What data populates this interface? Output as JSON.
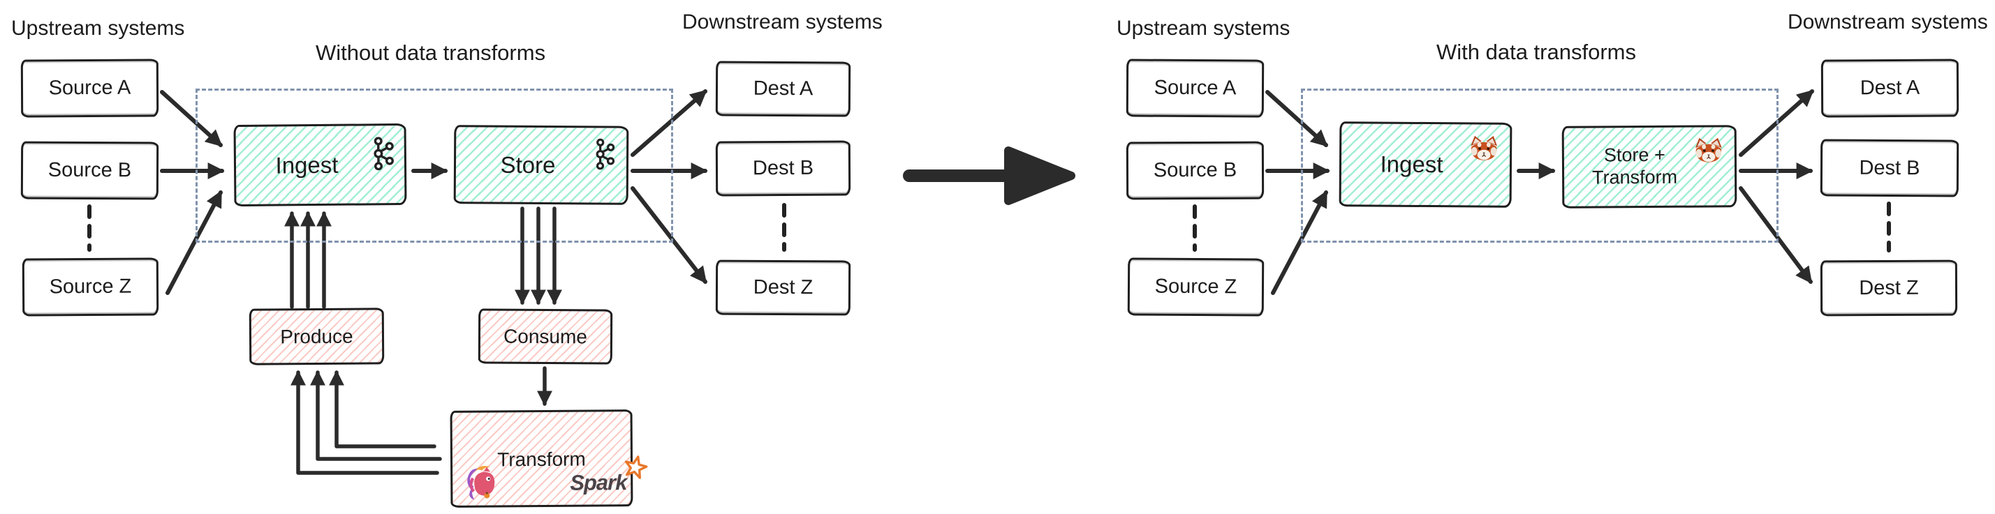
{
  "colors": {
    "ink": "#1c1c1c",
    "arrow": "#2b2b2b",
    "box-border": "#1e1e1e",
    "dash-frame": "#8092ad",
    "teal-hatch": "rgba(104,229,184,0.62)",
    "pink-hatch": "rgba(245,158,148,0.55)",
    "spark-orange": "#e8772a",
    "spark-text": "#4a4449",
    "panda-orange": "#c8511f",
    "panda-ear": "#b5431a",
    "flink-pink": "#e05570",
    "flink-purple": "#9b59c8",
    "flink-orange": "#f2a33c"
  },
  "left": {
    "upstream_label": "Upstream systems",
    "downstream_label": "Downstream systems",
    "title": "Without data transforms",
    "sources": [
      "Source A",
      "Source B",
      "Source Z"
    ],
    "dests": [
      "Dest A",
      "Dest B",
      "Dest Z"
    ],
    "ingest_label": "Ingest",
    "store_label": "Store",
    "produce_label": "Produce",
    "consume_label": "Consume",
    "transform_label": "Transform",
    "spark_label": "Spark"
  },
  "right": {
    "upstream_label": "Upstream systems",
    "downstream_label": "Downstream systems",
    "title": "With data transforms",
    "sources": [
      "Source A",
      "Source B",
      "Source Z"
    ],
    "dests": [
      "Dest A",
      "Dest B",
      "Dest Z"
    ],
    "ingest_label": "Ingest",
    "store_transform_line1": "Store +",
    "store_transform_line2": "Transform"
  },
  "icons": {
    "kafka": "kafka-logo",
    "redpanda": "redpanda-logo",
    "flink": "flink-squirrel-logo",
    "spark_star": "spark-star"
  }
}
